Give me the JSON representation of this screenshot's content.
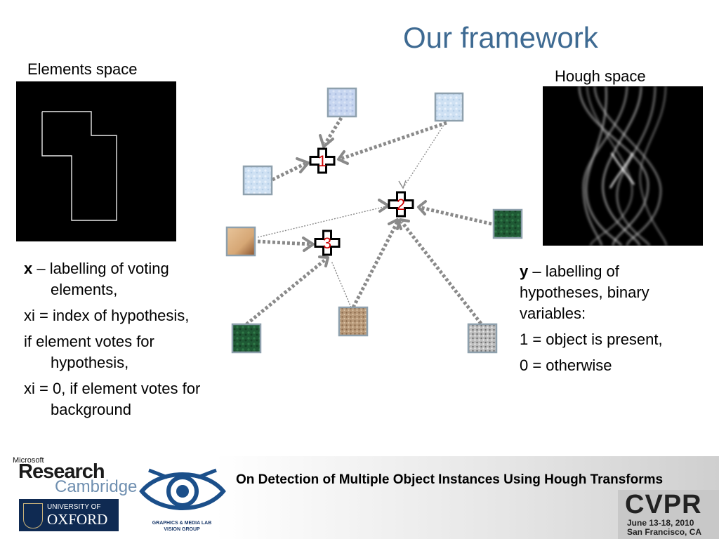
{
  "slide": {
    "title": "Our framework",
    "elements_label": "Elements space",
    "hough_label": "Hough space",
    "left_text": {
      "x_symbol": "x",
      "line1": " – labelling of voting elements,",
      "line2": "xi = index of hypothesis,",
      "line3": "if element votes for hypothesis,",
      "line4": "xi = 0, if element votes for background"
    },
    "right_text": {
      "y_symbol": "y",
      "line1": " – labelling of hypotheses, binary variables:",
      "line2": "1 = object is present,",
      "line3": "0 = otherwise"
    },
    "hypotheses": [
      {
        "label": "1"
      },
      {
        "label": "2"
      },
      {
        "label": "3"
      }
    ]
  },
  "footer": {
    "title": "On Detection of Multiple Object Instances Using Hough Transforms",
    "microsoft": "Microsoft",
    "research": "Research",
    "cambridge": "Cambridge",
    "oxford_university": "UNIVERSITY OF",
    "oxford": "OXFORD",
    "gml_line1": "GRAPHICS & MEDIA LAB",
    "gml_line2": "VISION GROUP",
    "cvpr": "CVPR",
    "cvpr_dates": "June 13-18, 2010",
    "cvpr_location": "San Francisco, CA"
  },
  "colors": {
    "title": "#3e6a92",
    "hypothesis_number": "#cc0000",
    "arrow": "#8a8a8a"
  }
}
